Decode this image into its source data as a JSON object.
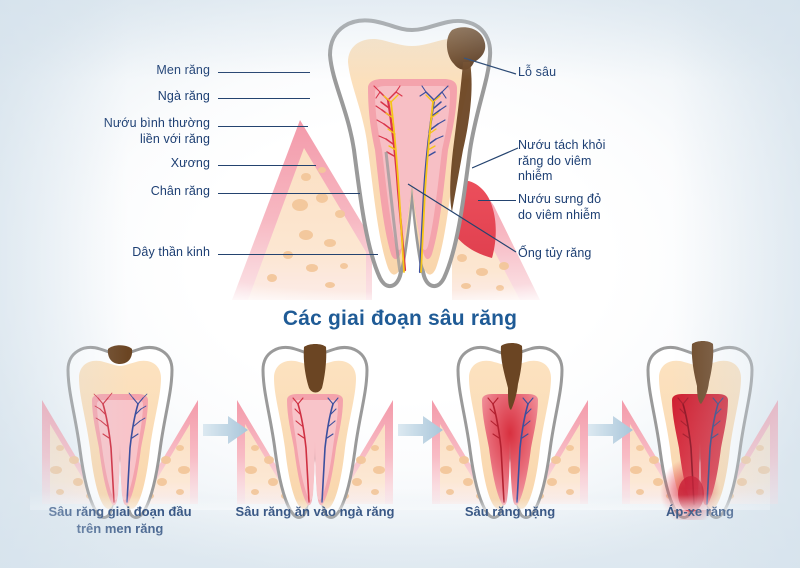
{
  "background": {
    "base_color": "#ffffff",
    "edge_tint": "#e4ecf2"
  },
  "palette": {
    "label_text": "#1d3f73",
    "leader_line": "#24436f",
    "title_text": "#1f5b96",
    "enamel_outline": "#9a9a9a",
    "enamel_fill": "#ffffff",
    "dentin_fill": "#fbe0bd",
    "pulp_fill": "#f2a0a5",
    "pulp_inflamed": "#e04552",
    "decay_brown": "#6b4523",
    "gum_pink": "#f4a9b4",
    "gum_inflamed": "#e8505e",
    "bone_fill": "#fbe2c8",
    "bone_spot": "#f3c79b",
    "nerve_yellow": "#f5c518",
    "artery_red": "#d9344a",
    "vein_blue": "#3b4f9e",
    "arrow_fill": "#b9d0e0"
  },
  "main_diagram": {
    "name": "tooth-cross-section",
    "labels_left": [
      {
        "id": "enamel",
        "text": "Men răng"
      },
      {
        "id": "dentin",
        "text": "Ngà răng"
      },
      {
        "id": "healthy-gum",
        "text": "Nướu bình thường\nliền với răng"
      },
      {
        "id": "bone",
        "text": "Xương"
      },
      {
        "id": "tooth-root",
        "text": "Chân răng"
      },
      {
        "id": "nerve",
        "text": "Dây thần kinh"
      }
    ],
    "labels_right": [
      {
        "id": "cavity",
        "text": "Lỗ sâu"
      },
      {
        "id": "gum-detached",
        "text": "Nướu tách khỏi\nrăng do viêm\nnhiễm"
      },
      {
        "id": "gum-swollen",
        "text": "Nướu sưng đỏ\ndo viêm nhiễm"
      },
      {
        "id": "root-canal",
        "text": "Ống tủy răng"
      }
    ]
  },
  "stages_section": {
    "title": "Các giai đoạn sâu răng",
    "arrow_icon": "arrow-right-icon",
    "stages": [
      {
        "id": "stage-1",
        "caption": "Sâu răng giai đoạn đầu\ntrên men răng",
        "severity": 1
      },
      {
        "id": "stage-2",
        "caption": "Sâu răng ăn vào ngà răng",
        "severity": 2
      },
      {
        "id": "stage-3",
        "caption": "Sâu răng nặng",
        "severity": 3
      },
      {
        "id": "stage-4",
        "caption": "Áp-xe răng",
        "severity": 4
      }
    ]
  }
}
